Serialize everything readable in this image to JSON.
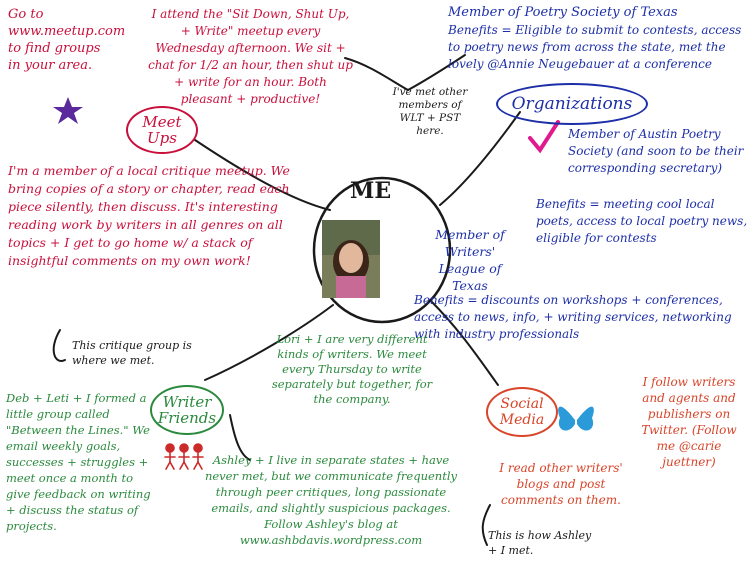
{
  "center": {
    "label": "ME"
  },
  "nodes": {
    "meetups": "Meet Ups",
    "organizations": "Organizations",
    "writer_friends": "Writer Friends",
    "social_media": "Social Media"
  },
  "meetups": {
    "site_note": "Go to www.meetup.com to find groups in your area.",
    "sit_down_note": "I attend the \"Sit Down, Shut Up, + Write\" meetup every Wednesday afternoon. We sit + chat for 1/2 an hour, then shut up + write for an hour. Both pleasant + productive!",
    "critique_note": "I'm a member of a local critique meetup. We bring copies of a story or chapter, read each piece silently, then discuss. It's interesting reading work by writers in all genres on all topics + I get to go home w/ a stack of insightful comments on my own work!",
    "critique_met": "This critique group is where we met."
  },
  "organizations": {
    "met_members": "I've met other members of WLT + PST here.",
    "pst": "Member of Poetry Society of Texas",
    "pst_benefits": "Benefits = Eligible to submit to contests, access to poetry news from across the state, met the lovely @Annie Neugebauer at a conference",
    "aps": "Member of Austin Poetry Society (and soon to be their corresponding secretary)",
    "aps_benefits": "Benefits = meeting cool local poets, access to local poetry news, eligible for contests",
    "wlt": "Member of Writers' League of Texas",
    "wlt_benefits": "Benefits = discounts on workshops + conferences, access to news, info, + writing services, networking with industry professionals"
  },
  "writer_friends": {
    "lori": "Lori + I are very different kinds of writers. We meet every Thursday to write separately but together, for the company.",
    "deb_leti": "Deb + Leti + I formed a little group called \"Between the Lines.\" We email weekly goals, successes + struggles + meet once a month to give feedback on writing + discuss the status of projects.",
    "ashley": "Ashley + I live in separate states + have never met, but we communicate frequently through peer critiques, long passionate emails, and slightly suspicious packages. Follow Ashley's blog at www.ashbdavis.wordpress.com"
  },
  "social_media": {
    "twitter": "I follow writers and agents and publishers on Twitter. (Follow me @carie juettner)",
    "blogs": "I read other writers' blogs and post comments on them.",
    "ashley_met": "This is how Ashley + I met."
  },
  "colors": {
    "red": "#c8103c",
    "blue": "#1d2fa8",
    "green": "#2b8a3e",
    "orange": "#d8452a",
    "purple": "#5a2a9c",
    "pink_check": "#e0198f",
    "blue_shape": "#2a9bd8",
    "stick_figure": "#cc2b2b",
    "ink": "#1a1a1a"
  },
  "icons": [
    "purple-star-icon",
    "pink-checkmark-icon",
    "blue-butterfly-icon",
    "stick-figures-icon",
    "portrait-photo"
  ]
}
